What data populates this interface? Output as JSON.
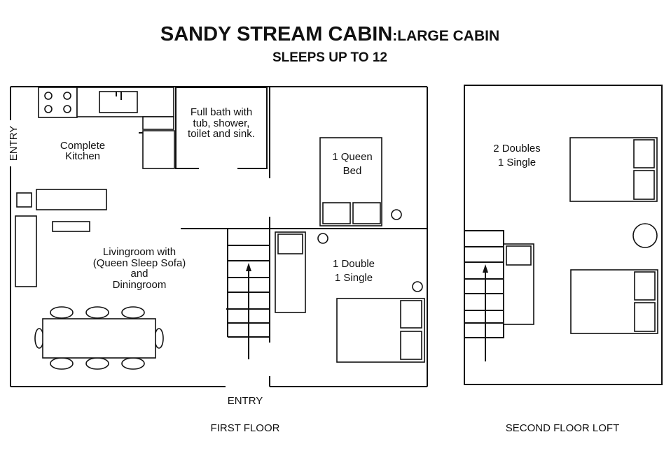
{
  "title": {
    "main": "SANDY STREAM CABIN",
    "suffix": ":LARGE CABIN",
    "subtitle": "SLEEPS UP  TO 12"
  },
  "first_floor": {
    "caption": "FIRST FLOOR",
    "entry_side": "ENTRY",
    "entry_bottom": "ENTRY",
    "kitchen": [
      "Complete",
      "Kitchen"
    ],
    "bath": [
      "Full bath with",
      "tub, shower,",
      "toilet and sink."
    ],
    "bedroom1": [
      "1 Queen",
      "Bed"
    ],
    "living": [
      "Livingroom with",
      "(Queen Sleep Sofa)",
      "and",
      "Diningroom"
    ],
    "bedroom2": [
      "1 Double",
      "1 Single"
    ]
  },
  "second_floor": {
    "caption": "SECOND FLOOR LOFT",
    "loft": [
      "2 Doubles",
      "1 Single"
    ]
  }
}
